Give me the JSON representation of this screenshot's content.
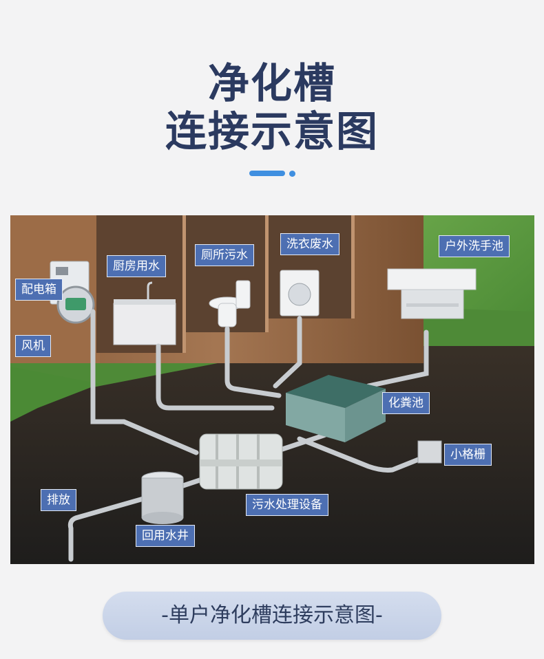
{
  "title": {
    "line1": "净化槽",
    "line2": "连接示意图"
  },
  "diagram": {
    "labels": {
      "distribution_box": "配电箱",
      "fan": "风机",
      "kitchen_water": "厨房用水",
      "toilet_sewage": "厕所污水",
      "laundry_wastewater": "洗衣废水",
      "outdoor_sink": "户外洗手池",
      "septic_tank": "化粪池",
      "small_grate": "小格栅",
      "treatment_equipment": "污水处理设备",
      "discharge": "排放",
      "reuse_well": "回用水井"
    }
  },
  "caption": "-单户净化槽连接示意图-",
  "colors": {
    "title": "#2b3a60",
    "accent": "#3f8fe0",
    "label_bg": "#4d6fb2"
  }
}
